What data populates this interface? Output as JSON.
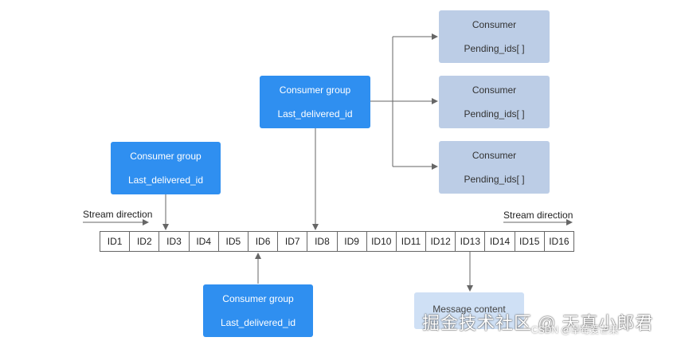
{
  "consumer_groups": [
    {
      "title": "Consumer group",
      "field": "Last_delivered_id"
    },
    {
      "title": "Consumer group",
      "field": "Last_delivered_id"
    },
    {
      "title": "Consumer group",
      "field": "Last_delivered_id"
    }
  ],
  "consumers": [
    {
      "title": "Consumer",
      "field": "Pending_ids[ ]"
    },
    {
      "title": "Consumer",
      "field": "Pending_ids[ ]"
    },
    {
      "title": "Consumer",
      "field": "Pending_ids[ ]"
    }
  ],
  "stream": {
    "direction_label_left": "Stream direction",
    "direction_label_right": "Stream direction",
    "ids": [
      "ID1",
      "ID2",
      "ID3",
      "ID4",
      "ID5",
      "ID6",
      "ID7",
      "ID8",
      "ID9",
      "ID10",
      "ID11",
      "ID12",
      "ID13",
      "ID14",
      "ID15",
      "ID16"
    ]
  },
  "message": {
    "label": "Message content"
  },
  "watermark": {
    "text": "掘金技术社区 @ 天真小郎君",
    "csdn": "CSDN @草莓爱芒果"
  },
  "colors": {
    "group": "#2f8ff0",
    "consumer": "#bccde6",
    "message": "#cfe0f5",
    "line": "#666666"
  }
}
